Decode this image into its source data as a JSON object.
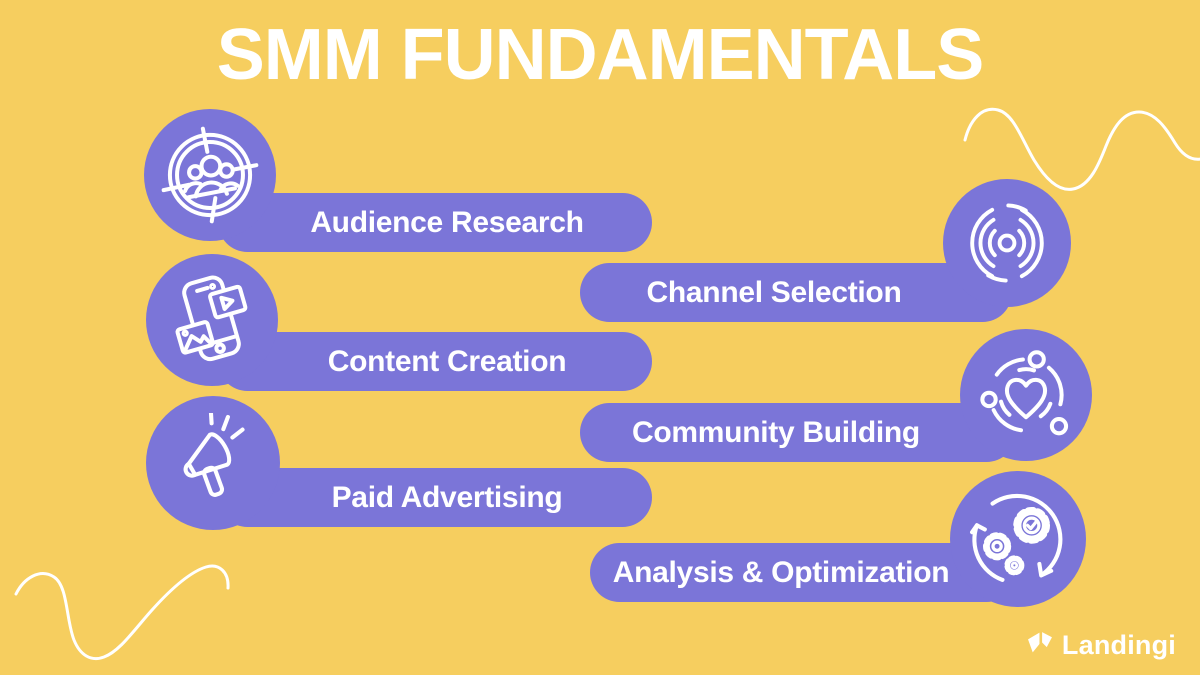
{
  "title": "SMM FUNDAMENTALS",
  "colors": {
    "background": "#F6CE5F",
    "accent": "#7B75D8",
    "text_on_accent": "#FFFFFF",
    "title": "#FFFFFF"
  },
  "items": [
    {
      "label": "Audience Research",
      "icon": "target-audience-icon",
      "side": "left"
    },
    {
      "label": "Channel Selection",
      "icon": "signal-waves-icon",
      "side": "right"
    },
    {
      "label": "Content Creation",
      "icon": "phone-media-icon",
      "side": "left"
    },
    {
      "label": "Community Building",
      "icon": "community-heart-icon",
      "side": "right"
    },
    {
      "label": "Paid Advertising",
      "icon": "megaphone-icon",
      "side": "left"
    },
    {
      "label": "Analysis & Optimization",
      "icon": "gears-cycle-icon",
      "side": "right"
    }
  ],
  "brand": {
    "name": "Landingi",
    "mark": "landingi-mark-icon"
  },
  "decorations": [
    "top-right-squiggle",
    "bottom-left-squiggle"
  ]
}
